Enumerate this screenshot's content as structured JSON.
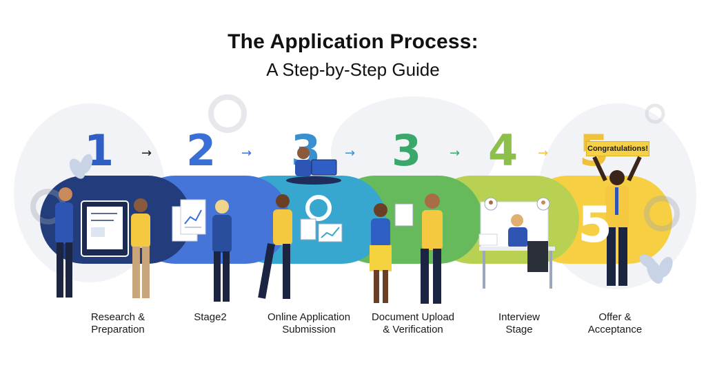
{
  "title": "The Application Process:",
  "subtitle": "A Step-by-Step Guide",
  "arrow_glyph": "→",
  "steps": [
    {
      "number": "1",
      "caption_lines": [
        "Research &",
        "Preparation"
      ],
      "color": "#2f5fc4",
      "band_color": "#233c7c"
    },
    {
      "number": "2",
      "caption_lines": [
        "Stage2"
      ],
      "color": "#3a6fd6",
      "band_color": "#4575d8"
    },
    {
      "number": "3",
      "caption_lines": [
        "Online Application",
        "Submission"
      ],
      "color": "#3a8fd0",
      "band_color": "#38a7cf"
    },
    {
      "number": "3",
      "caption_lines": [
        "Document Upload",
        "& Verification"
      ],
      "color": "#3aa86a",
      "band_color": "#67ba5c"
    },
    {
      "number": "4",
      "caption_lines": [
        "Interview",
        "Stage"
      ],
      "color": "#8dc04a",
      "band_color": "#b8d152"
    },
    {
      "number": "5",
      "caption_lines": [
        "Offer &",
        "Acceptance"
      ],
      "color": "#f0c23a",
      "band_color": "#f6cf42"
    }
  ],
  "sign_text": "Congratulations!",
  "big_number": "5",
  "icons": [
    "gear-icon",
    "document-icon",
    "chart-icon",
    "laptop-icon",
    "avatar-icon",
    "leaf-icon"
  ]
}
